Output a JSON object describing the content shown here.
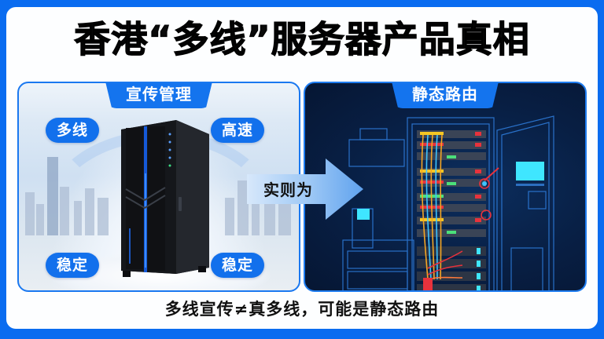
{
  "title": "香港“多线”服务器产品真相",
  "left_panel": {
    "tab_label": "宣传管理",
    "pills": {
      "top_left": "多线",
      "top_right": "高速",
      "bottom_left": "稳定",
      "bottom_right": "稳定"
    },
    "image": "server-tower-icon"
  },
  "arrow": {
    "label": "实则为",
    "icon": "arrow-right-icon"
  },
  "right_panel": {
    "tab_label": "静态路由",
    "image": "server-rack-icon"
  },
  "subtitle": "多线宣传≠真多线，可能是静态路由",
  "colors": {
    "frame_blue": "#0a6cf0",
    "tab_blue": "#1474ee",
    "dark_navy": "#081f44",
    "accent_cyan": "#3fe6ff",
    "cable_red": "#e8323c",
    "cable_orange": "#f5a623"
  }
}
